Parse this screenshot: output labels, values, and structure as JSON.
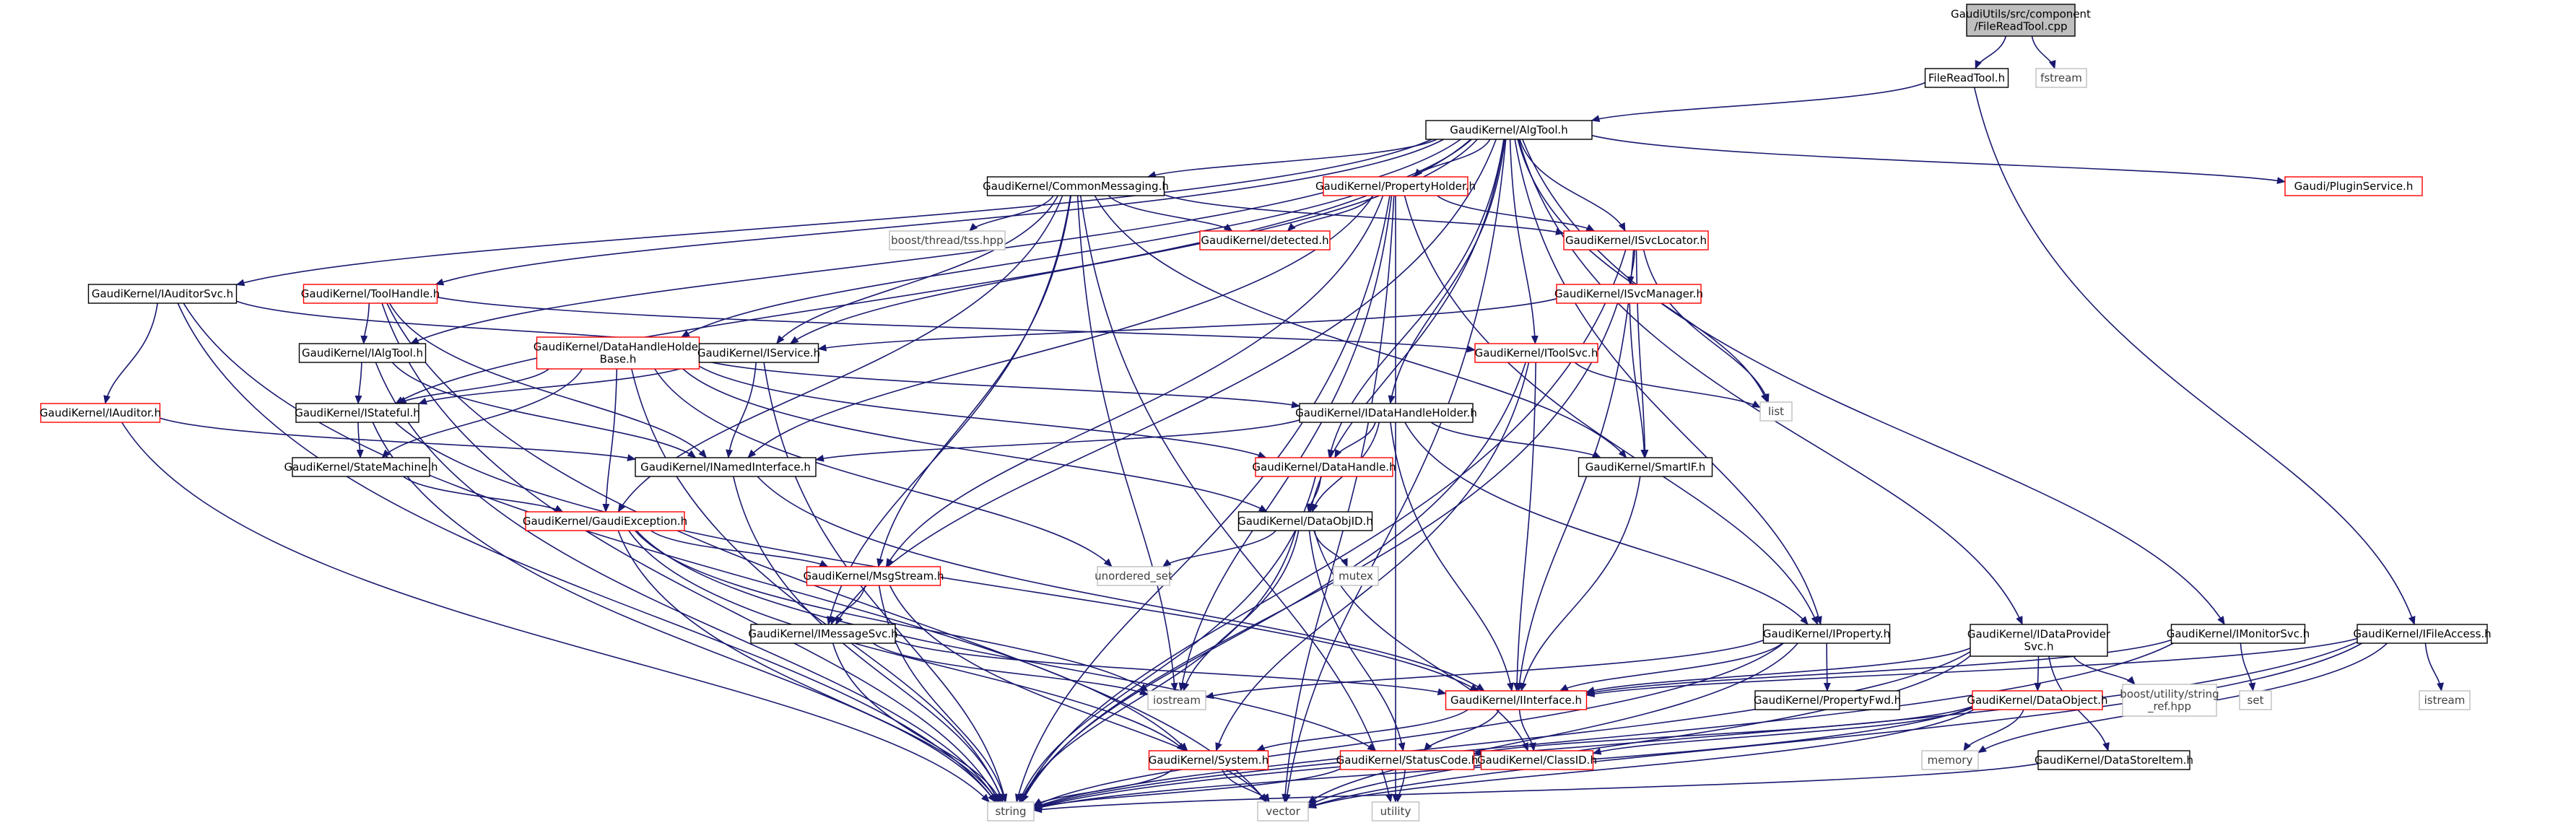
{
  "graph": {
    "colors": {
      "edge": "#191970",
      "root_fill": "#bfbfbf",
      "documented_border": "#000000",
      "undocumented_border": "#ff0000",
      "external_border": "#bfbfbf",
      "text": "#000000",
      "red_text": "#ff0000",
      "external_text": "#404040"
    },
    "nodes": [
      {
        "id": "root",
        "label": "GaudiUtils/src/component\n/FileReadTool.cpp",
        "style": "root"
      },
      {
        "id": "filereadtool",
        "label": "FileReadTool.h",
        "style": "doc"
      },
      {
        "id": "fstream",
        "label": "fstream",
        "style": "ext"
      },
      {
        "id": "algtool",
        "label": "GaudiKernel/AlgTool.h",
        "style": "doc"
      },
      {
        "id": "commonmessaging",
        "label": "GaudiKernel/CommonMessaging.h",
        "style": "doc"
      },
      {
        "id": "propertyholder",
        "label": "GaudiKernel/PropertyHolder.h",
        "style": "red"
      },
      {
        "id": "pluginservice",
        "label": "Gaudi/PluginService.h",
        "style": "red"
      },
      {
        "id": "boostthread",
        "label": "boost/thread/tss.hpp",
        "style": "ext"
      },
      {
        "id": "detected",
        "label": "GaudiKernel/detected.h",
        "style": "red"
      },
      {
        "id": "isvclocator",
        "label": "GaudiKernel/ISvcLocator.h",
        "style": "red"
      },
      {
        "id": "iauditorsvc",
        "label": "GaudiKernel/IAuditorSvc.h",
        "style": "doc"
      },
      {
        "id": "toolhandle",
        "label": "GaudiKernel/ToolHandle.h",
        "style": "red"
      },
      {
        "id": "isvcmanager",
        "label": "GaudiKernel/ISvcManager.h",
        "style": "red"
      },
      {
        "id": "ialgtool",
        "label": "GaudiKernel/IAlgTool.h",
        "style": "doc"
      },
      {
        "id": "datahandleholderbase",
        "label": "GaudiKernel/DataHandleHolder\nBase.h",
        "style": "red"
      },
      {
        "id": "iservice",
        "label": "GaudiKernel/IService.h",
        "style": "doc"
      },
      {
        "id": "itoolsvc",
        "label": "GaudiKernel/IToolSvc.h",
        "style": "red"
      },
      {
        "id": "list",
        "label": "list",
        "style": "ext"
      },
      {
        "id": "iauditor",
        "label": "GaudiKernel/IAuditor.h",
        "style": "red"
      },
      {
        "id": "istateful",
        "label": "GaudiKernel/IStateful.h",
        "style": "doc"
      },
      {
        "id": "idatahandleholder",
        "label": "GaudiKernel/IDataHandleHolder.h",
        "style": "doc"
      },
      {
        "id": "statemachine",
        "label": "GaudiKernel/StateMachine.h",
        "style": "doc"
      },
      {
        "id": "inamedinterface",
        "label": "GaudiKernel/INamedInterface.h",
        "style": "doc"
      },
      {
        "id": "datahandle",
        "label": "GaudiKernel/DataHandle.h",
        "style": "red"
      },
      {
        "id": "smartif",
        "label": "GaudiKernel/SmartIF.h",
        "style": "doc"
      },
      {
        "id": "gaudiexception",
        "label": "GaudiKernel/GaudiException.h",
        "style": "red"
      },
      {
        "id": "dataobjid",
        "label": "GaudiKernel/DataObjID.h",
        "style": "doc"
      },
      {
        "id": "msgstream",
        "label": "GaudiKernel/MsgStream.h",
        "style": "red"
      },
      {
        "id": "unordered_set",
        "label": "unordered_set",
        "style": "ext"
      },
      {
        "id": "mutex",
        "label": "mutex",
        "style": "ext"
      },
      {
        "id": "imessagesvc",
        "label": "GaudiKernel/IMessageSvc.h",
        "style": "doc"
      },
      {
        "id": "iproperty",
        "label": "GaudiKernel/IProperty.h",
        "style": "doc"
      },
      {
        "id": "idataprovidersvc",
        "label": "GaudiKernel/IDataProvider\nSvc.h",
        "style": "doc"
      },
      {
        "id": "imonitorsvc",
        "label": "GaudiKernel/IMonitorSvc.h",
        "style": "doc"
      },
      {
        "id": "ifileaccess",
        "label": "GaudiKernel/IFileAccess.h",
        "style": "doc"
      },
      {
        "id": "iostream",
        "label": "iostream",
        "style": "ext"
      },
      {
        "id": "propertyfwd",
        "label": "GaudiKernel/PropertyFwd.h",
        "style": "doc"
      },
      {
        "id": "boostutility",
        "label": "boost/utility/string\n_ref.hpp",
        "style": "ext"
      },
      {
        "id": "set",
        "label": "set",
        "style": "ext"
      },
      {
        "id": "istream",
        "label": "istream",
        "style": "ext"
      },
      {
        "id": "iinterface",
        "label": "GaudiKernel/IInterface.h",
        "style": "red"
      },
      {
        "id": "dataobject",
        "label": "GaudiKernel/DataObject.h",
        "style": "red"
      },
      {
        "id": "isystem",
        "label": "GaudiKernel/System.h",
        "style": "red"
      },
      {
        "id": "statuscode",
        "label": "GaudiKernel/StatusCode.h",
        "style": "red"
      },
      {
        "id": "classid",
        "label": "GaudiKernel/ClassID.h",
        "style": "red"
      },
      {
        "id": "memory",
        "label": "memory",
        "style": "ext"
      },
      {
        "id": "datastoreitem",
        "label": "GaudiKernel/DataStoreItem.h",
        "style": "doc"
      },
      {
        "id": "string",
        "label": "string",
        "style": "ext"
      },
      {
        "id": "vector",
        "label": "vector",
        "style": "ext"
      },
      {
        "id": "utility",
        "label": "utility",
        "style": "ext"
      }
    ]
  }
}
